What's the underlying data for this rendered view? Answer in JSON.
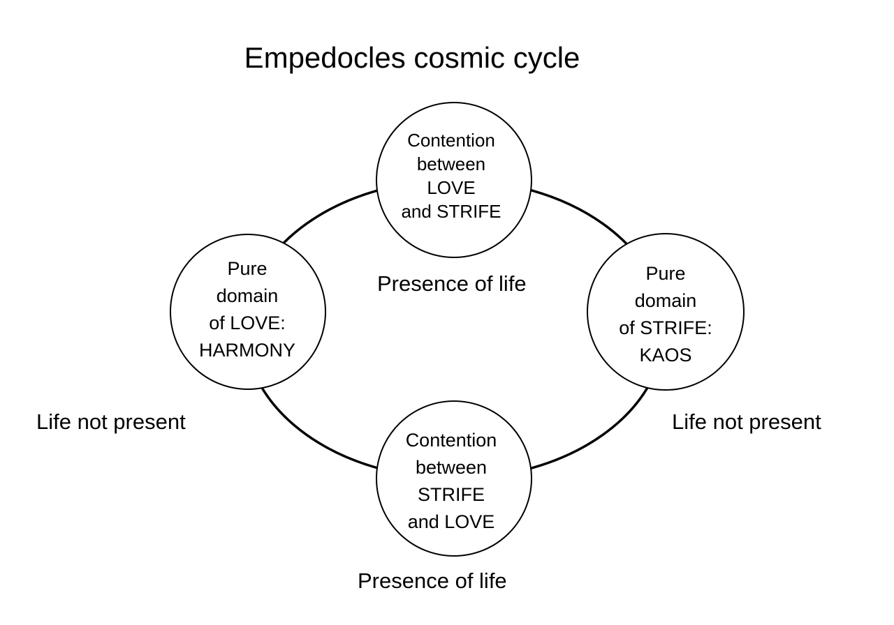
{
  "title": "Empedocles cosmic cycle",
  "nodes": {
    "top": {
      "lines": [
        "Contention",
        "between",
        "LOVE",
        "and STRIFE"
      ]
    },
    "left": {
      "lines": [
        "Pure",
        "domain",
        "of LOVE:",
        "HARMONY"
      ]
    },
    "right": {
      "lines": [
        "Pure",
        "domain",
        "of STRIFE:",
        "KAOS"
      ]
    },
    "bottom": {
      "lines": [
        "Contention",
        "between",
        "STRIFE",
        "and LOVE"
      ]
    }
  },
  "labels": {
    "presence_top": "Presence of life",
    "presence_bottom": "Presence of life",
    "absent_left": "Life not present",
    "absent_right": "Life not present"
  },
  "colors": {
    "stroke": "#000000",
    "fill": "#ffffff",
    "text": "#000000"
  }
}
